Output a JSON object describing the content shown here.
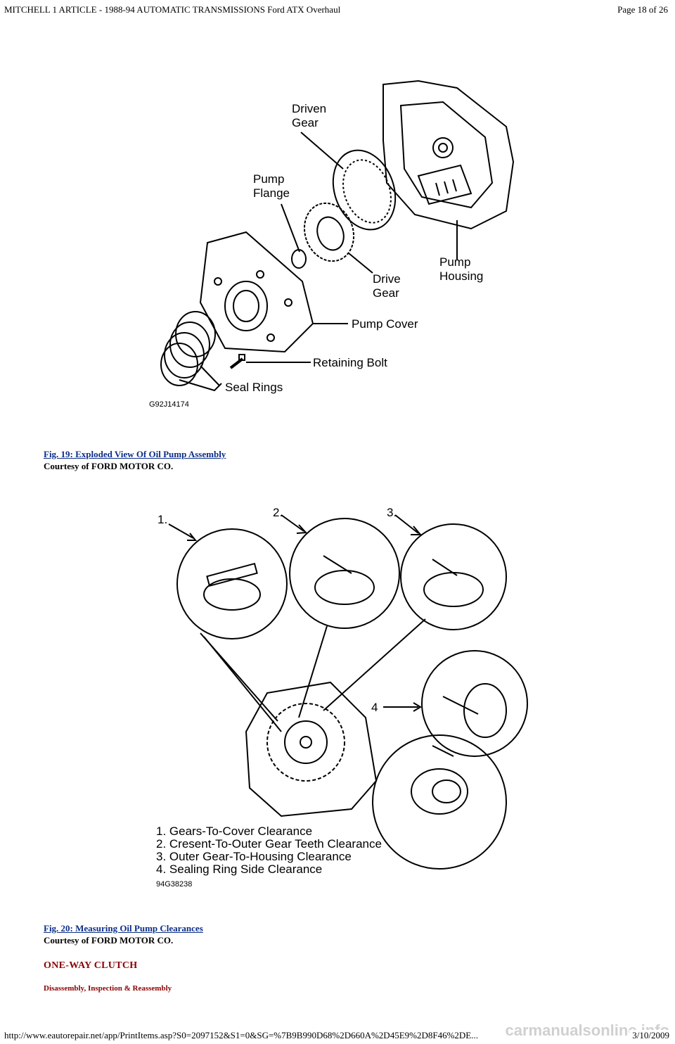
{
  "header": {
    "title": "MITCHELL 1 ARTICLE - 1988-94 AUTOMATIC TRANSMISSIONS Ford ATX Overhaul",
    "page": "Page 18 of 26"
  },
  "figure19": {
    "labels": {
      "driven_gear_1": "Driven",
      "driven_gear_2": "Gear",
      "pump_flange_1": "Pump",
      "pump_flange_2": "Flange",
      "drive_gear_1": "Drive",
      "drive_gear_2": "Gear",
      "pump_housing_1": "Pump",
      "pump_housing_2": "Housing",
      "pump_cover": "Pump Cover",
      "retaining_bolt": "Retaining Bolt",
      "seal_rings": "Seal Rings"
    },
    "code": "G92J14174",
    "caption": "Fig. 19: Exploded View Of Oil Pump Assembly",
    "courtesy": "Courtesy of FORD MOTOR CO."
  },
  "figure20": {
    "numbers": [
      "1.",
      "2.",
      "3.",
      "4"
    ],
    "legend": [
      "1. Gears-To-Cover Clearance",
      "2. Cresent-To-Outer Gear Teeth Clearance",
      "3. Outer Gear-To-Housing Clearance",
      "4. Sealing Ring Side Clearance"
    ],
    "code": "94G38238",
    "caption": "Fig. 20: Measuring Oil Pump Clearances",
    "courtesy": "Courtesy of FORD MOTOR CO."
  },
  "section": {
    "heading": "ONE-WAY CLUTCH",
    "subheading": "Disassembly, Inspection & Reassembly"
  },
  "footer": {
    "url": "http://www.eautorepair.net/app/PrintItems.asp?S0=2097152&S1=0&SG=%7B9B990D68%2D660A%2D45E9%2D8F46%2DE...",
    "date": "3/10/2009",
    "watermark": "carmanualsonline.info"
  }
}
